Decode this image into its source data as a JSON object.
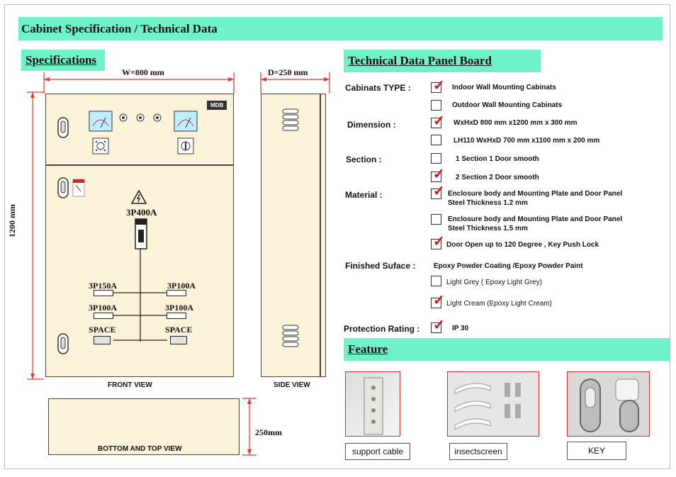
{
  "title": "Cabinet Specification / Technical Data",
  "specifications": {
    "heading": "Specifications",
    "width_label": "W=800 mm",
    "depth_label": "D=250 mm",
    "height_label": "1200 mm",
    "bottom_height_label": "250mm",
    "mdb_label": "MDB",
    "main_breaker": "3P400A",
    "breakers": {
      "left1": "3P150A",
      "right1": "3P100A",
      "left2": "3P100A",
      "right2": "3P100A",
      "left3": "SPACE",
      "right3": "SPACE"
    },
    "front_view": "FRONT VIEW",
    "side_view": "SIDE VIEW",
    "bottom_view": "BOTTOM AND TOP VIEW"
  },
  "technical": {
    "heading": "Technical Data Panel Board",
    "rows": {
      "cabinet_type": {
        "label": "Cabinats TYPE :",
        "opt1": "Indoor  Wall Mounting Cabinats",
        "opt1_checked": true,
        "opt2": "Outdoor  Wall Mounting Cabinats",
        "opt2_checked": false
      },
      "dimension": {
        "label": "Dimension :",
        "opt1": "WxHxD 800 mm x1200 mm x 300 mm",
        "opt1_checked": true,
        "opt2": "LH110  WxHxD 700 mm x1100 mm x 200 mm",
        "opt2_checked": false
      },
      "section": {
        "label": "Section :",
        "opt1": "1 Section 1 Door smooth",
        "opt1_checked": false,
        "opt2": "2 Section 2 Door smooth",
        "opt2_checked": true
      },
      "material": {
        "label": "Material :",
        "opt1_line1": "Enclosure body and Mounting Plate and Door Panel",
        "opt1_line2": "Steel Thickness 1.2 mm",
        "opt1_checked": true,
        "opt2_line1": "Enclosure body and Mounting Plate and Door Panel",
        "opt2_line2": "Steel Thickness 1.5 mm",
        "opt2_checked": false,
        "opt3": "Door Open up to 120 Degree  , Key Push Lock",
        "opt3_checked": true
      },
      "finished": {
        "label": "Finished Suface :",
        "desc": "Epoxy Powder Coating /Epoxy Powder Paint",
        "opt1": "Light Grey ( Epoxy Light Grey)",
        "opt1_checked": false,
        "opt2": "Light Cream (Epoxy Light Cream)",
        "opt2_checked": true
      },
      "protection": {
        "label": "Protection Rating :",
        "opt1": "IP 30",
        "opt1_checked": true
      }
    }
  },
  "feature": {
    "heading": "Feature",
    "items": [
      {
        "caption": "support cable"
      },
      {
        "caption": "insectscreen"
      },
      {
        "caption": "KEY"
      }
    ]
  },
  "colors": {
    "accent": "#6ff2c9",
    "cabinet": "#fbf3d9",
    "dimension_line": "#e33",
    "check": "#d11"
  }
}
